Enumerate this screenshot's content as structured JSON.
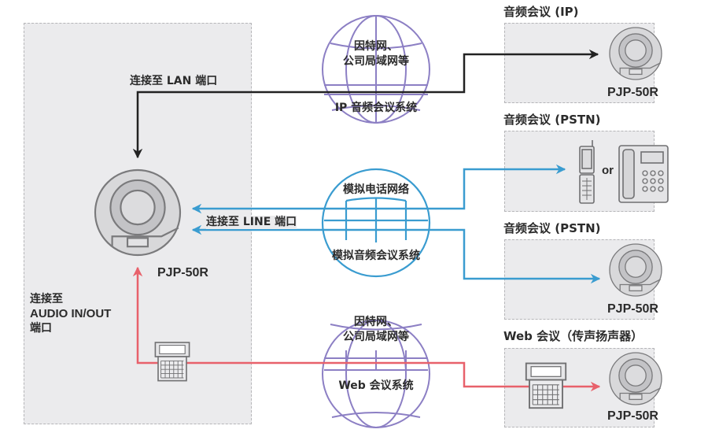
{
  "diagram": {
    "local_site": {
      "device_model": "PJP-50R",
      "lan_port_label": "连接至 LAN 端口",
      "line_port_label": "连接至 LINE 端口",
      "audio_port_label_line1": "连接至",
      "audio_port_label_line2": "AUDIO IN/OUT",
      "audio_port_label_line3": "端口"
    },
    "networks": [
      {
        "id": "ip",
        "top_line1": "因特网、",
        "top_line2": "公司局域网等",
        "bottom": "IP 音频会议系统",
        "color": "#8c7fc4"
      },
      {
        "id": "analog",
        "top_line1": "模拟电话网络",
        "bottom": "模拟音频会议系统",
        "color": "#3a9cd0"
      },
      {
        "id": "web",
        "top_line1": "因特网、",
        "top_line2": "公司局域网等",
        "bottom": "Web 会议系统",
        "color": "#8c7fc4"
      }
    ],
    "remote_sites": [
      {
        "id": "ip-conf",
        "title": "音频会议 (IP)",
        "device_model": "PJP-50R"
      },
      {
        "id": "pstn-phone",
        "title": "音频会议 (PSTN)",
        "or_label": "or"
      },
      {
        "id": "pstn-device",
        "title": "音频会议 (PSTN)",
        "device_model": "PJP-50R"
      },
      {
        "id": "web-conf",
        "title": "Web 会议（传声扬声器）",
        "device_model": "PJP-50R"
      }
    ],
    "connection_colors": {
      "lan": "#222222",
      "line": "#3a9cd0",
      "audio": "#e8616b"
    },
    "icons": [
      "speakerphone-icon",
      "globe-icon",
      "mobile-phone-icon",
      "desk-phone-icon",
      "laptop-icon",
      "arrow-icon"
    ]
  }
}
